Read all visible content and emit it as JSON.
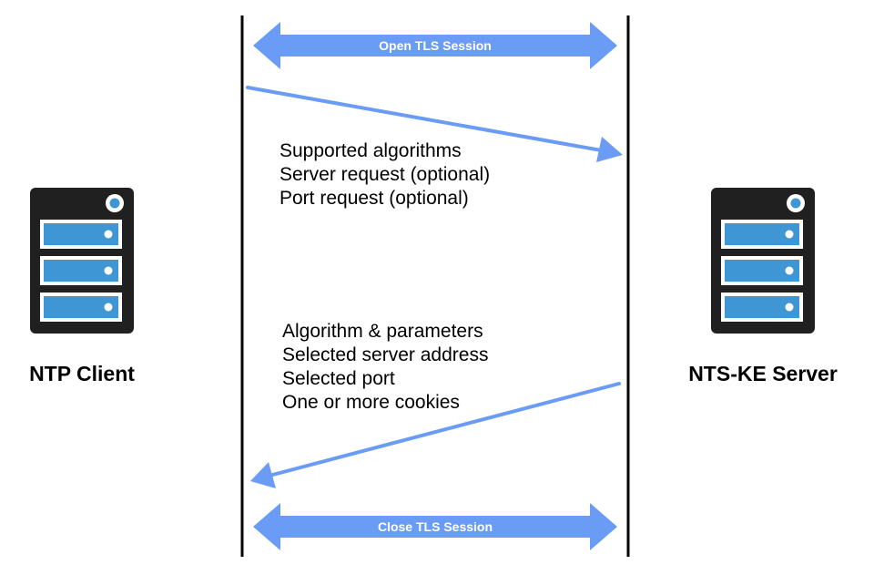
{
  "colors": {
    "arrow": "#6b9cf5",
    "server_body": "#202020",
    "server_drive": "#3f96d4",
    "server_led": "#3f96d4",
    "lifeline": "#000000"
  },
  "client": {
    "label": "NTP Client",
    "icon": "server-icon"
  },
  "server": {
    "label": "NTS-KE Server",
    "icon": "server-icon"
  },
  "open_session": {
    "label": "Open TLS Session"
  },
  "close_session": {
    "label": "Close TLS Session"
  },
  "request": {
    "lines": [
      "Supported algorithms",
      "Server request (optional)",
      "Port request (optional)"
    ]
  },
  "response": {
    "lines": [
      "Algorithm & parameters",
      "Selected server address",
      "Selected port",
      "One or more cookies"
    ]
  }
}
